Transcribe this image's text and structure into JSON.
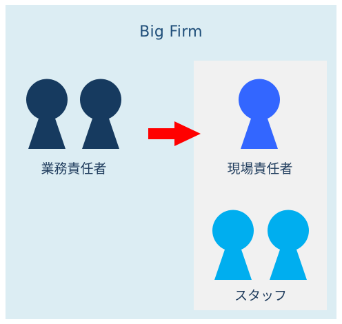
{
  "diagram": {
    "title": "Big Firm",
    "left_group": {
      "label": "業務責任者",
      "color": "#163a5f",
      "person_icons": [
        "person-icon",
        "person-icon"
      ]
    },
    "right_panel": {
      "lead": {
        "label": "現場責任者",
        "color": "#3366ff",
        "person_icons": [
          "person-icon"
        ]
      },
      "staff": {
        "label": "スタッフ",
        "color": "#00aeef",
        "person_icons": [
          "person-icon",
          "person-icon"
        ]
      }
    },
    "arrow": {
      "icon": "arrow-right-icon",
      "color": "#ff0000"
    }
  }
}
